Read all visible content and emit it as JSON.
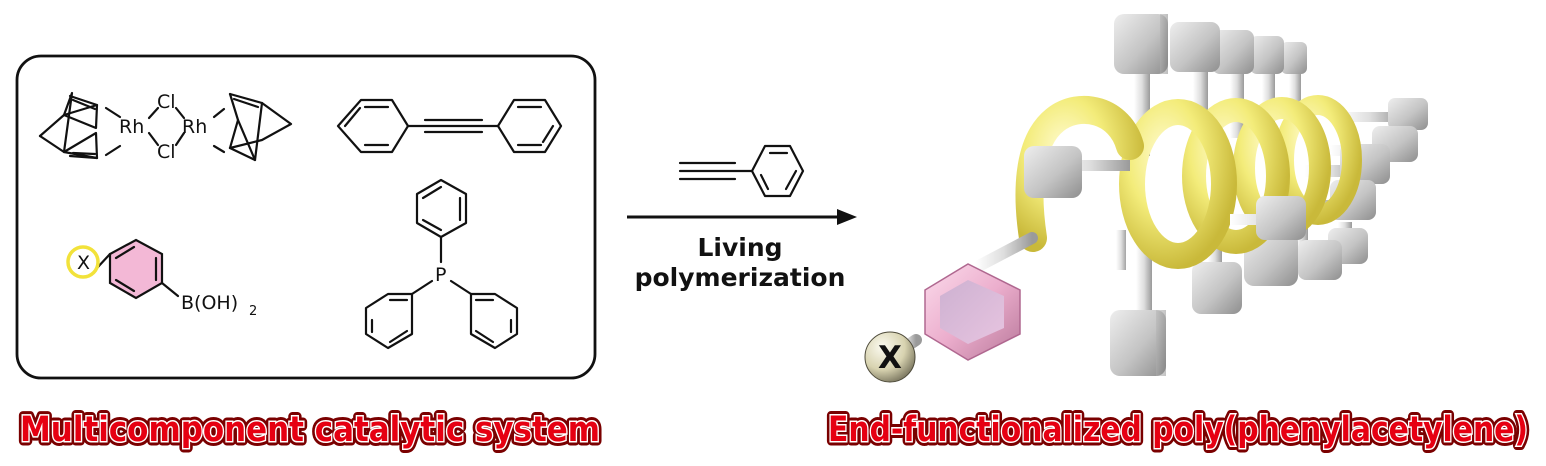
{
  "left_caption": "Multicomponent catalytic system",
  "right_caption": "End-functionalized poly(phenylacetylene)",
  "arrow": {
    "label_line1": "Living",
    "label_line2": "polymerization"
  },
  "rh_complex": {
    "cl_top": "Cl",
    "cl_bottom": "Cl",
    "rh_left": "Rh",
    "rh_right": "Rh"
  },
  "boronic_acid": {
    "substituent": "X",
    "group": "B(OH)",
    "subscript": "2"
  },
  "phosphine": {
    "atom": "P"
  },
  "polymer": {
    "end_group": "X"
  },
  "colors": {
    "caption_red": "#e60012",
    "helix_yellow": "#f3ec7a",
    "phenyl_pink": "#f3b8d6",
    "side_group_gray": "#c4c4c4",
    "x_ball": "#d8d3b0"
  }
}
